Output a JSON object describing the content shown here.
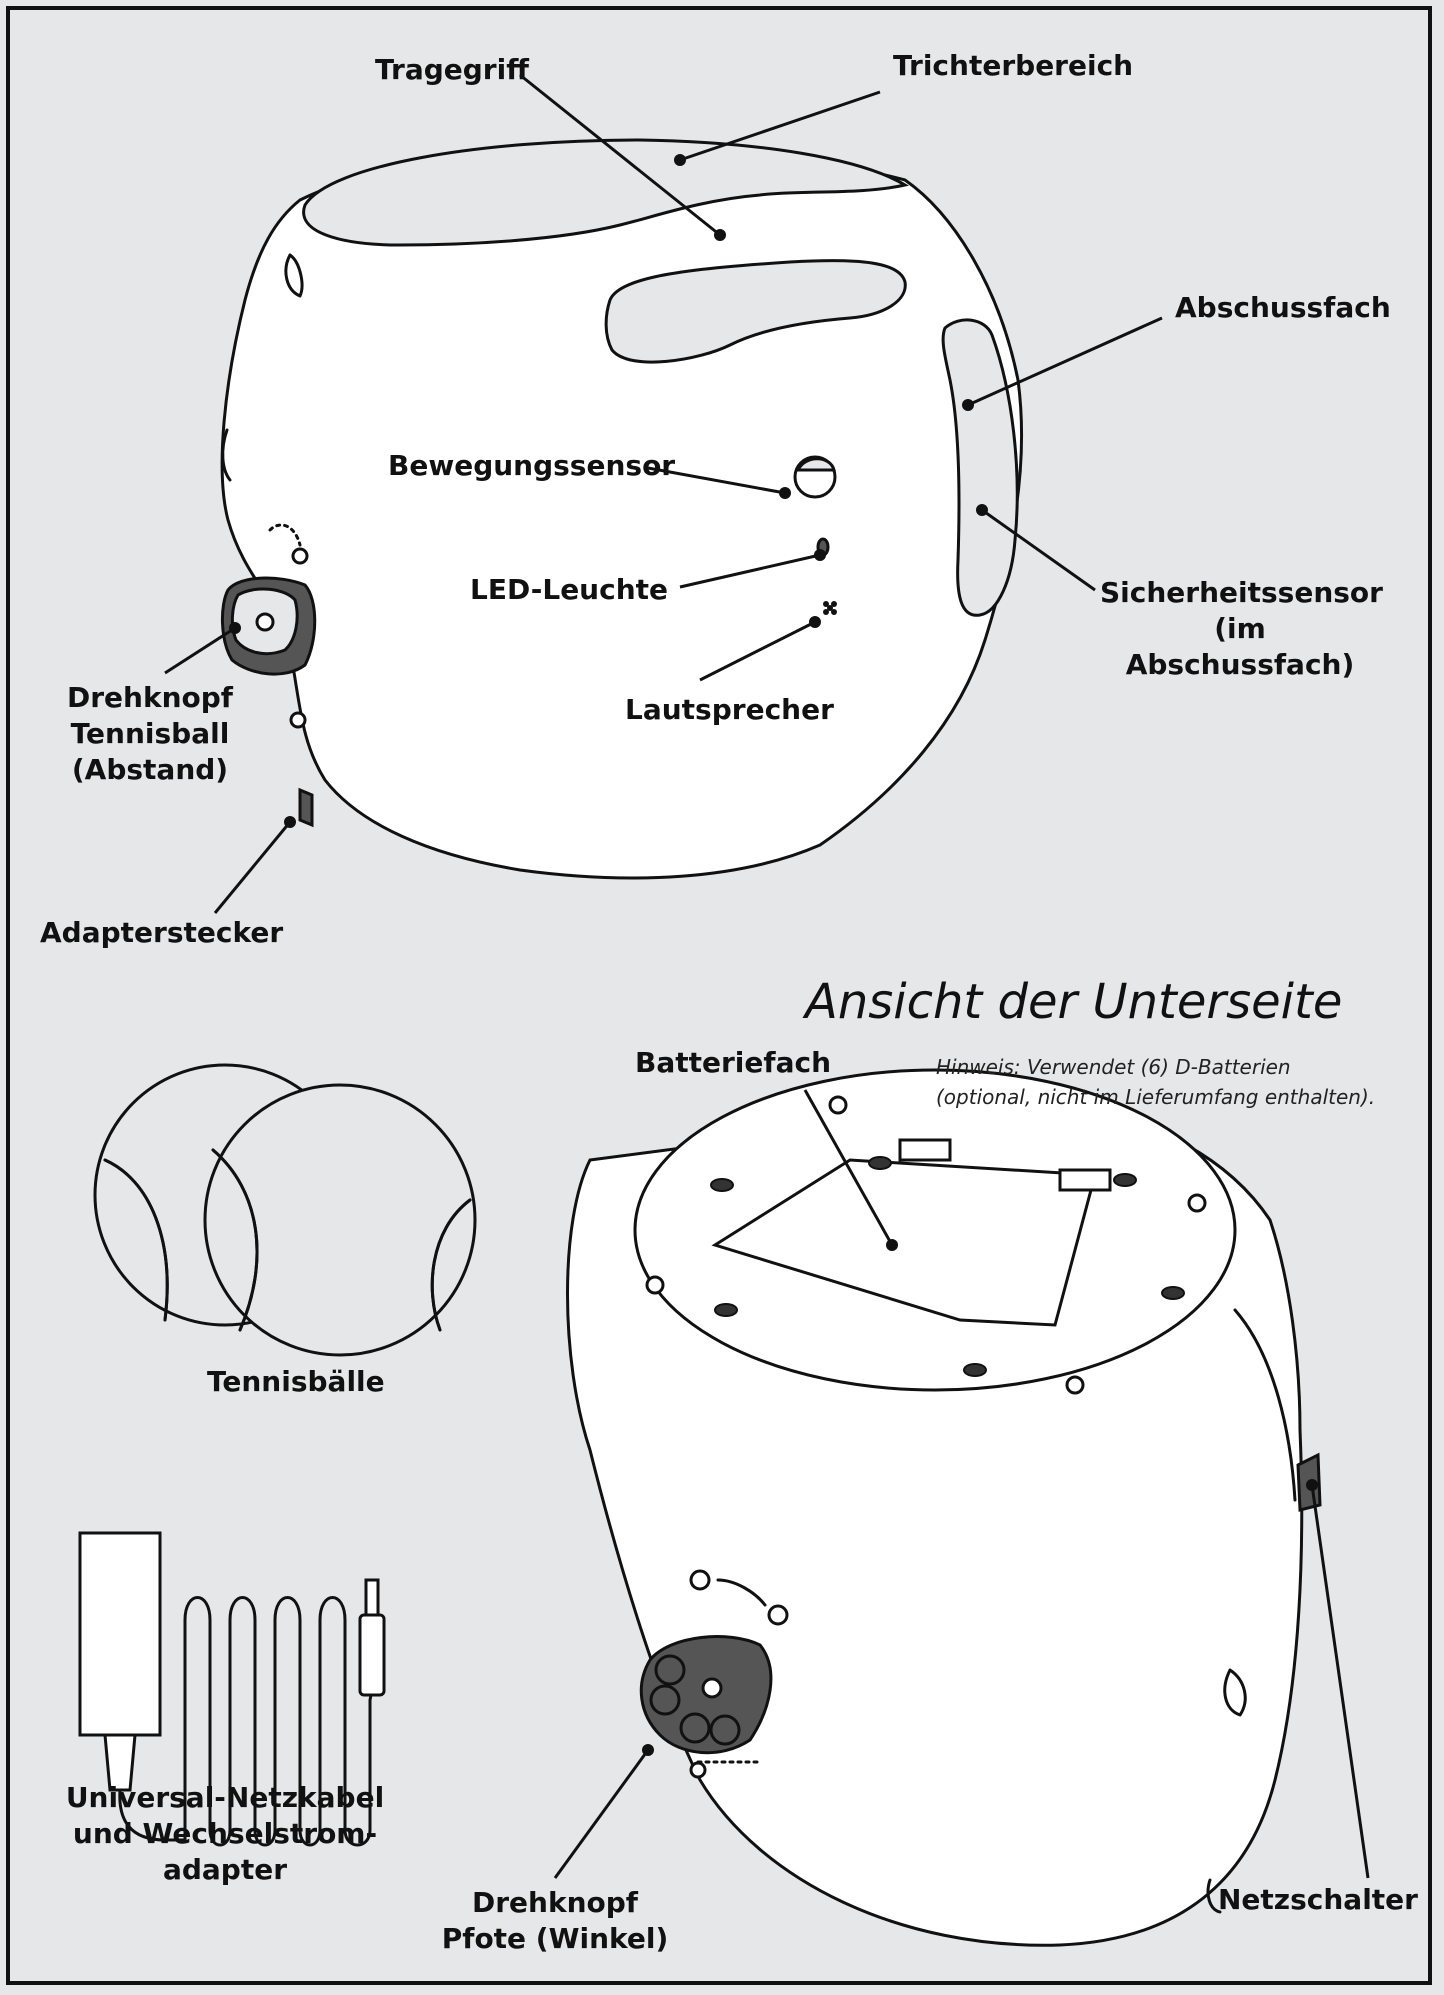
{
  "labels": {
    "tragegriff": "Tragegriff",
    "trichterbereich": "Trichterbereich",
    "abschussfach": "Abschussfach",
    "bewegungssensor": "Bewegungssensor",
    "led_leuchte": "LED-Leuchte",
    "sicherheitssensor_line1": "Sicherheitssensor",
    "sicherheitssensor_line2": "(im Abschussfach)",
    "lautsprecher": "Lautsprecher",
    "drehknopf_tennisball_line1": "Drehknopf",
    "drehknopf_tennisball_line2": "Tennisball",
    "drehknopf_tennisball_line3": "(Abstand)",
    "adapterstecker": "Adapterstecker",
    "batteriefach": "Batteriefach",
    "tennisbaelle": "Tennisbälle",
    "netzkabel_line1": "Universal-Netzkabel",
    "netzkabel_line2": "und Wechselstrom-",
    "netzkabel_line3": "adapter",
    "drehknopf_pfote_line1": "Drehknopf",
    "drehknopf_pfote_line2": "Pfote (Winkel)",
    "netzschalter": "Netzschalter"
  },
  "bottom_view": {
    "title": "Ansicht der Unterseite",
    "note_line1": "Hinweis: Verwendet (6) D-Batterien",
    "note_line2": "(optional, nicht im Lieferumfang enthalten)."
  },
  "colors": {
    "background": "#e6e7e8",
    "outline": "#111111",
    "body": "#ffffff",
    "knob": "#555555"
  }
}
